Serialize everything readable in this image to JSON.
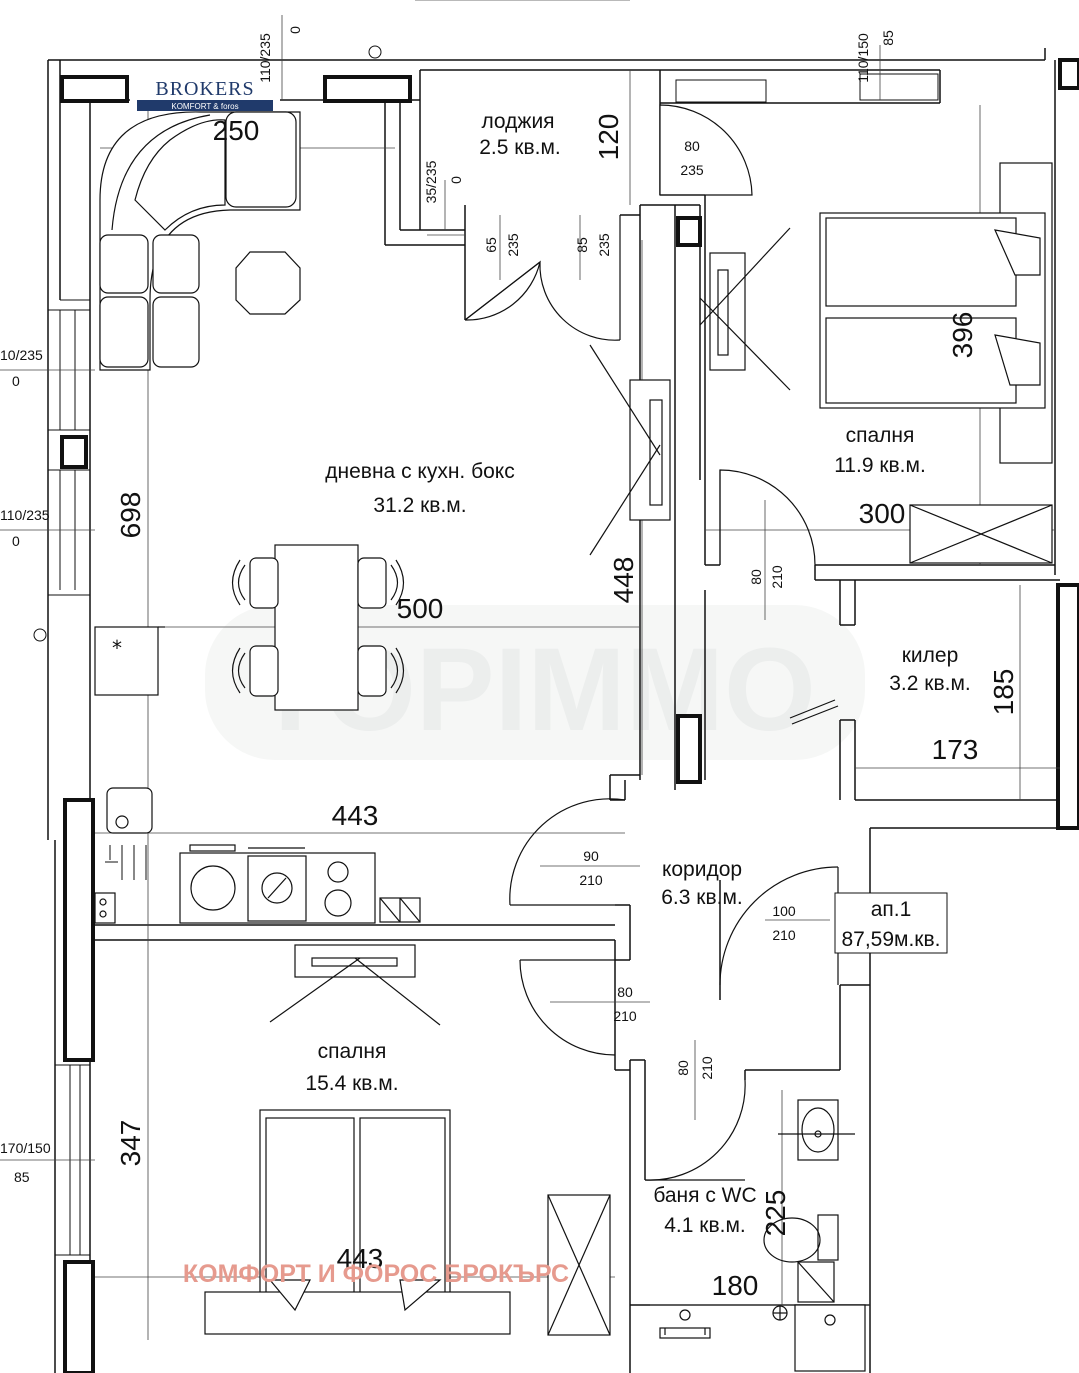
{
  "logo": {
    "name": "BROKERS",
    "sub": "KOMFORT & foros"
  },
  "watermark": {
    "text": "TOPIMMO"
  },
  "stamp": {
    "text": "КОМФОРТ И ФОРОС БРОКЪРС"
  },
  "rooms": {
    "loggia": {
      "name": "лоджия",
      "area": "2.5 кв.м."
    },
    "living": {
      "name": "дневна с кухн. бокс",
      "area": "31.2 кв.м."
    },
    "bedroom1": {
      "name": "спалня",
      "area": "11.9 кв.м."
    },
    "storage": {
      "name": "килер",
      "area": "3.2 кв.м."
    },
    "corridor": {
      "name": "коридор",
      "area": "6.3 кв.м."
    },
    "bedroom2": {
      "name": "спалня",
      "area": "15.4 кв.м."
    },
    "bathroom": {
      "name": "баня с WC",
      "area": "4.1 кв.м."
    }
  },
  "apartment": {
    "name": "ап.1",
    "area": "87,59м.кв."
  },
  "dimensions": {
    "d250": "250",
    "d120": "120",
    "d396": "396",
    "d698": "698",
    "d300": "300",
    "d448": "448",
    "d500": "500",
    "d185": "185",
    "d173": "173",
    "d443a": "443",
    "d347": "347",
    "d225": "225",
    "d443b": "443",
    "d180": "180"
  },
  "openings": {
    "w_top_left": {
      "top": "110/235",
      "bottom": "0"
    },
    "w_top_right": {
      "top": "110/150",
      "bottom": "85"
    },
    "w_loggia": {
      "top": "35/235",
      "bottom": "0"
    },
    "w_left1": {
      "top": "10/235",
      "bottom": "0"
    },
    "w_left2": {
      "top": "110/235",
      "bottom": "0"
    },
    "w_left3": {
      "top": "170/150",
      "bottom": "85"
    },
    "d_loggia_right": {
      "top": "80",
      "bottom": "235"
    },
    "d_loggia_1": {
      "top": "65",
      "bottom": "235"
    },
    "d_loggia_2": {
      "top": "85",
      "bottom": "235"
    },
    "d_bedroom1": {
      "top": "80",
      "bottom": "210"
    },
    "d_corridor_left": {
      "top": "90",
      "bottom": "210"
    },
    "d_entrance": {
      "top": "100",
      "bottom": "210"
    },
    "d_bedroom2": {
      "top": "80",
      "bottom": "210"
    },
    "d_bathroom": {
      "top": "80",
      "bottom": "210"
    }
  }
}
